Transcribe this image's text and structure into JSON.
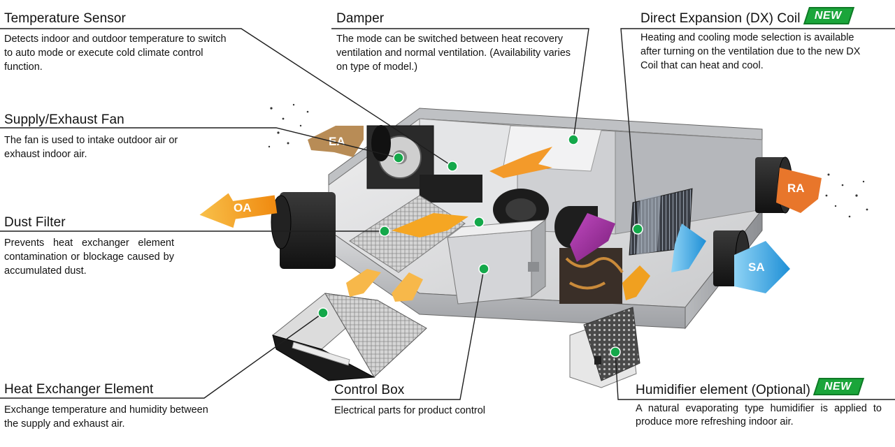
{
  "callouts": {
    "temperature_sensor": {
      "title": "Temperature Sensor",
      "desc": "Detects indoor and outdoor temperature to switch to auto mode or execute cold climate control function."
    },
    "supply_exhaust_fan": {
      "title": "Supply/Exhaust Fan",
      "desc": "The fan is used to intake outdoor air or exhaust indoor air."
    },
    "dust_filter": {
      "title": "Dust Filter",
      "desc": "Prevents heat exchanger element contamination or blockage caused by accumulated dust."
    },
    "heat_exchanger": {
      "title": "Heat Exchanger Element",
      "desc": "Exchange temperature and humidity between the supply and exhaust air."
    },
    "damper": {
      "title": "Damper",
      "desc": "The mode can be switched between heat recovery ventilation and normal ventilation. (Availability varies on type of model.)"
    },
    "control_box": {
      "title": "Control Box",
      "desc": "Electrical parts for product control"
    },
    "dx_coil": {
      "title": "Direct Expansion (DX) Coil",
      "desc": "Heating and cooling mode selection is available after turning on the ventilation due to the new DX Coil that can heat and cool.",
      "badge": "NEW"
    },
    "humidifier": {
      "title": "Humidifier element (Optional)",
      "desc": "A natural evaporating type humidifier is applied to produce more refreshing indoor air.",
      "badge": "NEW"
    }
  },
  "airflows": {
    "ea": "EA",
    "oa": "OA",
    "ra": "RA",
    "sa": "SA"
  },
  "colors": {
    "dot": "#14a84a",
    "badge": "#1aa53a",
    "oa_arrow": "#f5a623",
    "ea_arrow": "#b5894f",
    "ra_arrow": "#e8762b",
    "sa_arrow": "#3aa8e0",
    "magenta_flow": "#9a2a9a"
  }
}
